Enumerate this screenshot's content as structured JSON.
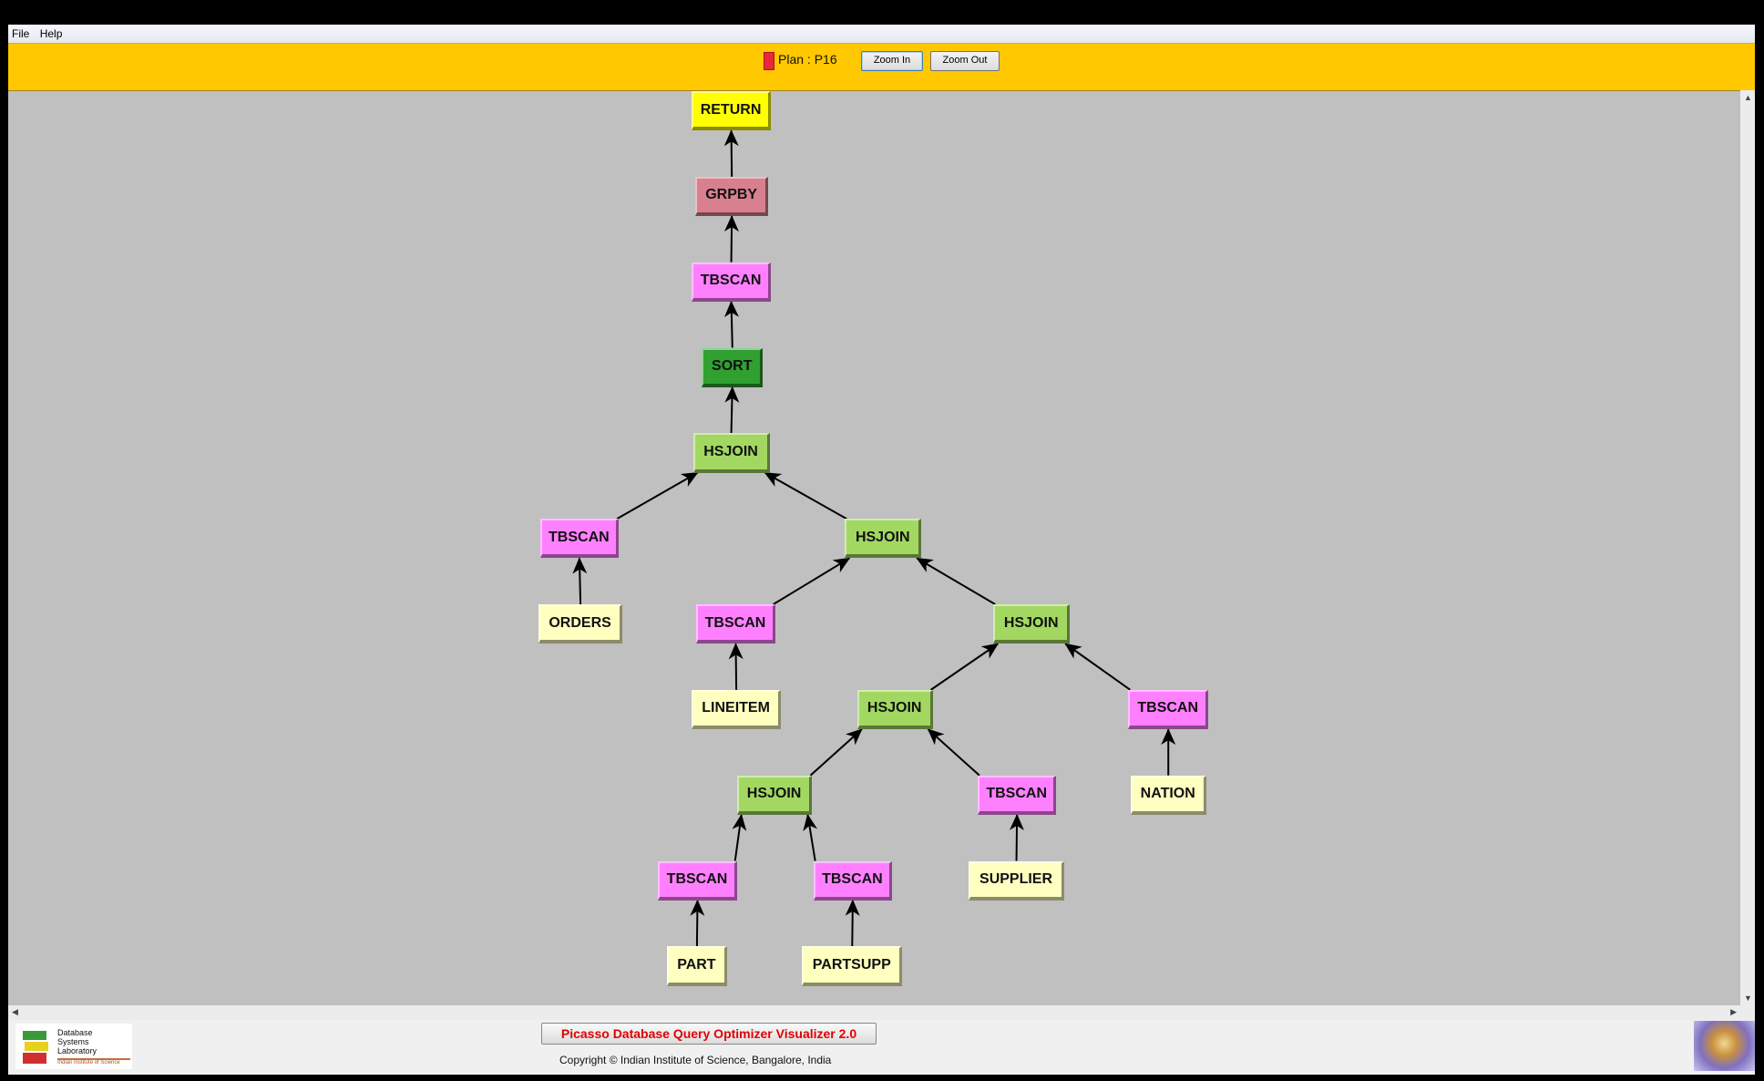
{
  "menu": {
    "file": "File",
    "help": "Help"
  },
  "toolbar": {
    "plan_label": "Plan : P16",
    "plan_color": "#e8283c",
    "zoom_in": "Zoom In",
    "zoom_out": "Zoom Out"
  },
  "colors": {
    "RETURN": "#ffff00",
    "GRPBY": "#d8808f",
    "TBSCAN": "#ff80ff",
    "SORT": "#30a030",
    "HSJOIN": "#a2d862",
    "TABLE": "#ffffc0"
  },
  "plan_tree": [
    {
      "id": 1,
      "label": "RETURN",
      "kind": "RETURN",
      "parent": null
    },
    {
      "id": 2,
      "label": "GRPBY",
      "kind": "GRPBY",
      "parent": 1
    },
    {
      "id": 3,
      "label": "TBSCAN",
      "kind": "TBSCAN",
      "parent": 2
    },
    {
      "id": 4,
      "label": "SORT",
      "kind": "SORT",
      "parent": 3
    },
    {
      "id": 5,
      "label": "HSJOIN",
      "kind": "HSJOIN",
      "parent": 4
    },
    {
      "id": 6,
      "label": "TBSCAN",
      "kind": "TBSCAN",
      "parent": 5
    },
    {
      "id": 7,
      "label": "HSJOIN",
      "kind": "HSJOIN",
      "parent": 5
    },
    {
      "id": 8,
      "label": "ORDERS",
      "kind": "TABLE",
      "parent": 6
    },
    {
      "id": 9,
      "label": "TBSCAN",
      "kind": "TBSCAN",
      "parent": 7
    },
    {
      "id": 10,
      "label": "HSJOIN",
      "kind": "HSJOIN",
      "parent": 7
    },
    {
      "id": 11,
      "label": "LINEITEM",
      "kind": "TABLE",
      "parent": 9
    },
    {
      "id": 12,
      "label": "HSJOIN",
      "kind": "HSJOIN",
      "parent": 10
    },
    {
      "id": 13,
      "label": "TBSCAN",
      "kind": "TBSCAN",
      "parent": 10
    },
    {
      "id": 14,
      "label": "HSJOIN",
      "kind": "HSJOIN",
      "parent": 12
    },
    {
      "id": 15,
      "label": "TBSCAN",
      "kind": "TBSCAN",
      "parent": 12
    },
    {
      "id": 16,
      "label": "NATION",
      "kind": "TABLE",
      "parent": 13
    },
    {
      "id": 17,
      "label": "TBSCAN",
      "kind": "TBSCAN",
      "parent": 14
    },
    {
      "id": 18,
      "label": "TBSCAN",
      "kind": "TBSCAN",
      "parent": 14
    },
    {
      "id": 19,
      "label": "SUPPLIER",
      "kind": "TABLE",
      "parent": 15
    },
    {
      "id": 20,
      "label": "PART",
      "kind": "TABLE",
      "parent": 17
    },
    {
      "id": 21,
      "label": "PARTSUPP",
      "kind": "TABLE",
      "parent": 18
    }
  ],
  "footer": {
    "title": "Picasso Database Query Optimizer Visualizer 2.0",
    "copyright": "Copyright © Indian Institute of Science, Bangalore, India",
    "dsl_logo_text": "Database Systems Laboratory",
    "dsl_logo_sub": "Indian Institute of Science"
  }
}
